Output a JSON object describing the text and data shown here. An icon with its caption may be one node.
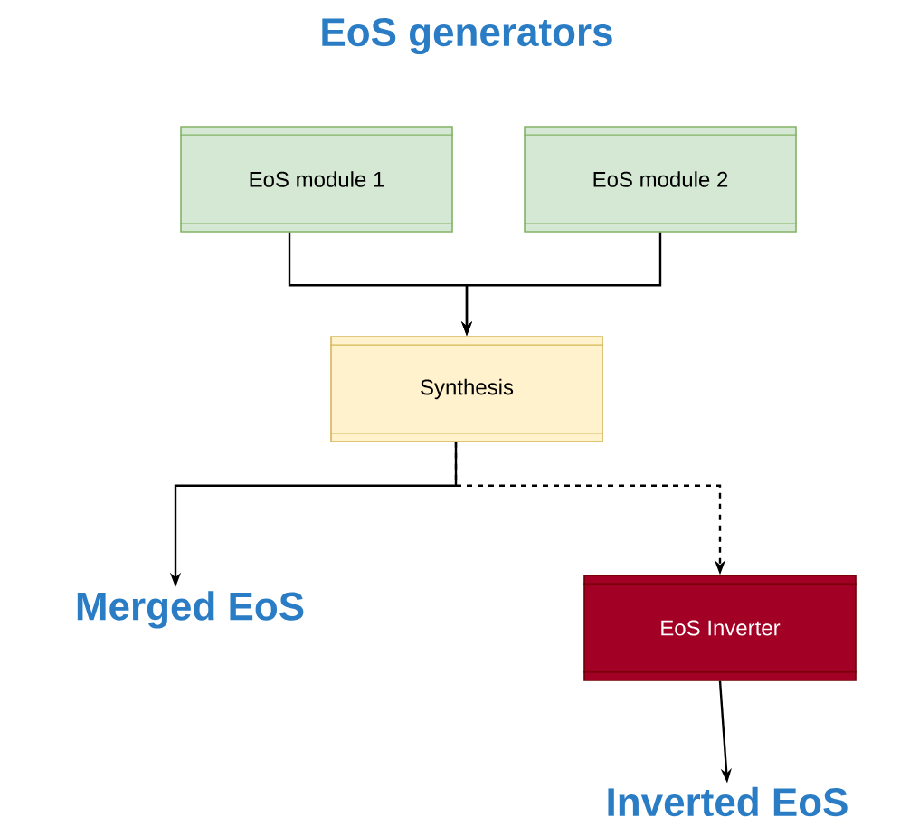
{
  "diagram": {
    "title": "EoS generators",
    "nodes": [
      {
        "text": [
          "EoS module 1"
        ]
      },
      {
        "text": [
          "EoS module 2"
        ]
      },
      {
        "text": [
          "Synthesis"
        ]
      },
      {
        "text": [
          "Merged EoS"
        ]
      },
      {
        "text": [
          "EoS Inverter"
        ]
      },
      {
        "text": [
          "Inverted EoS"
        ]
      }
    ],
    "edges": [
      {
        "from": 0,
        "to": 2,
        "arrow": "to"
      },
      {
        "from": 1,
        "to": 2,
        "arrow": "to"
      },
      {
        "from": 2,
        "to": 3,
        "arrow": "to"
      },
      {
        "from": 2,
        "to": 4,
        "arrow": "to",
        "style": "dashed"
      },
      {
        "from": 4,
        "to": 5,
        "arrow": "to"
      }
    ]
  }
}
